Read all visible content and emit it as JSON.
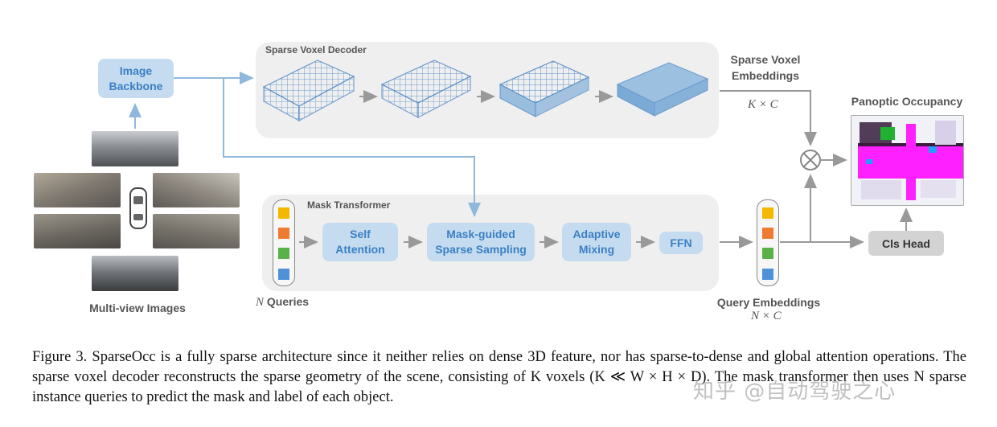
{
  "figure": {
    "image_backbone": "Image\nBackbone",
    "multiview_label": "Multi-view Images",
    "sparse_voxel_decoder_label": "Sparse Voxel Decoder",
    "sparse_voxel_embeddings_label": "Sparse Voxel\nEmbeddings",
    "kxc": "K × C",
    "panoptic_label": "Panoptic Occupancy",
    "mask_transformer_label": "Mask Transformer",
    "self_attention": "Self\nAttention",
    "mask_guided": "Mask-guided\nSparse Sampling",
    "adaptive_mixing": "Adaptive\nMixing",
    "ffn": "FFN",
    "cls_head": "Cls Head",
    "n_queries_var": "N",
    "n_queries_text": "Queries",
    "query_embeddings_label": "Query Embeddings",
    "nxc": "N × C",
    "query_colors": [
      "#f5b800",
      "#ee7b30",
      "#5ab14a",
      "#4d92d8"
    ]
  },
  "caption": {
    "figure_number": "Figure 3.",
    "text": "SparseOcc is a fully sparse architecture since it neither relies on dense 3D feature, nor has sparse-to-dense and global attention operations. The sparse voxel decoder reconstructs the sparse geometry of the scene, consisting of K voxels (K ≪ W × H × D). The mask transformer then uses N sparse instance queries to predict the mask and label of each object."
  },
  "watermark": "知乎 @自动驾驶之心"
}
